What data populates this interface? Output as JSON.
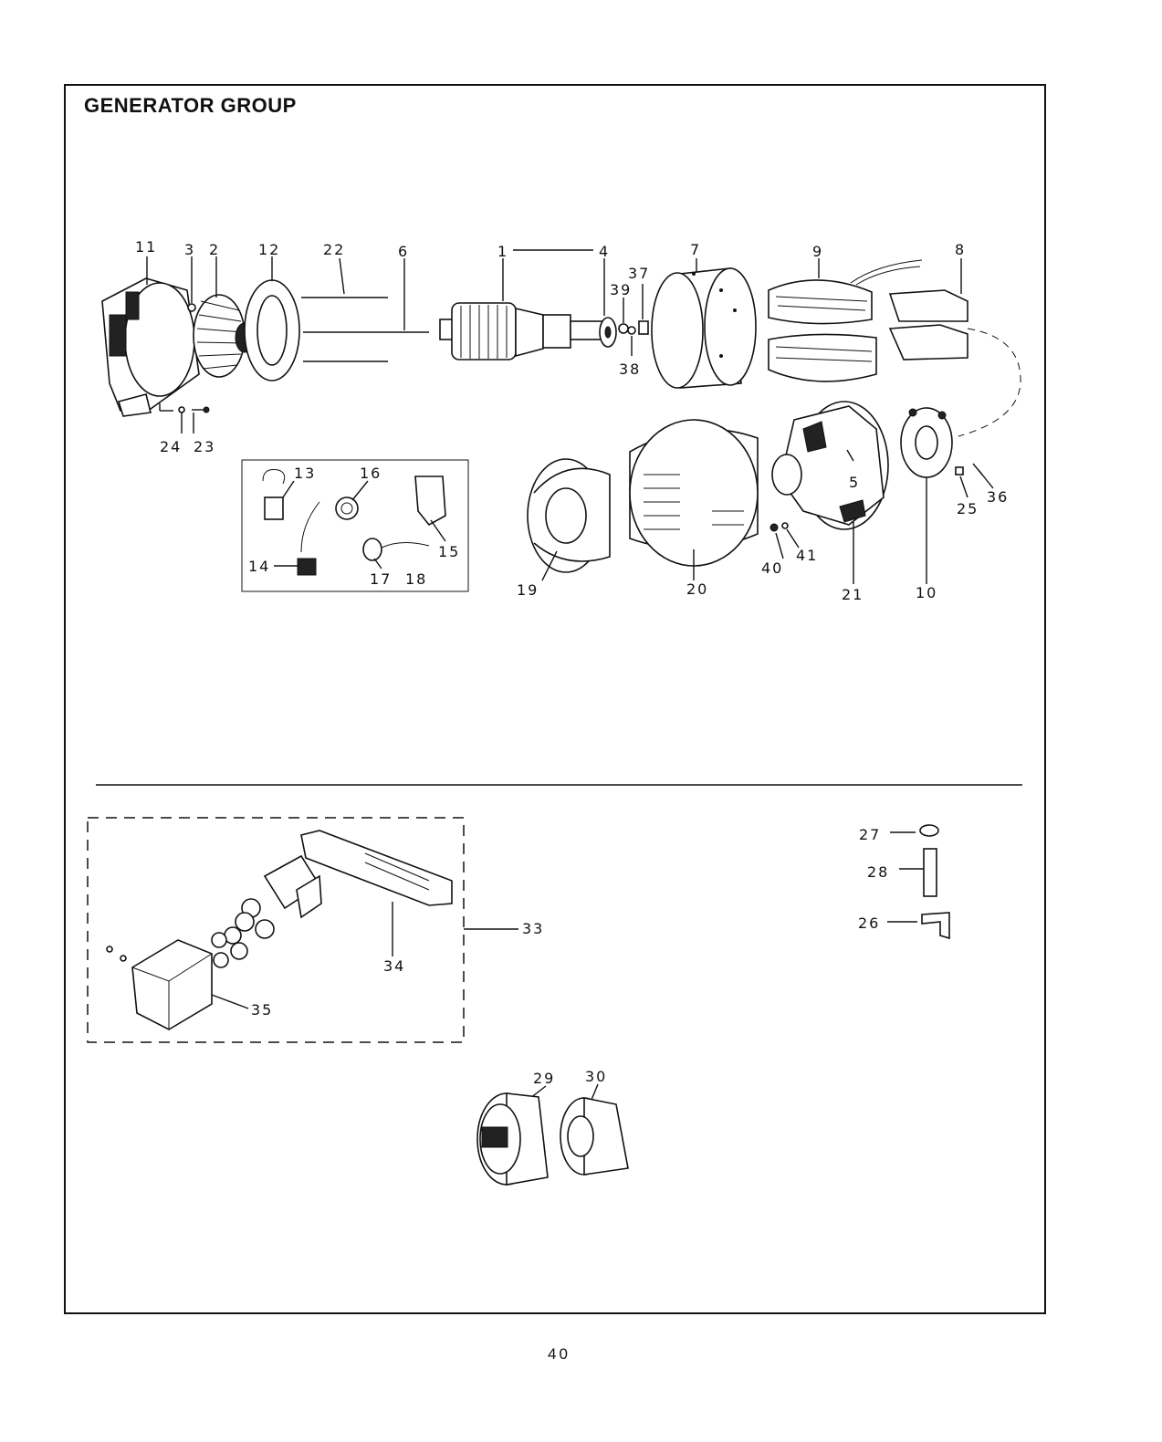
{
  "title": "GENERATOR GROUP",
  "page_number": "40",
  "callouts": {
    "c11": "11",
    "c3": "3",
    "c2": "2",
    "c12": "12",
    "c22": "22",
    "c6": "6",
    "c1": "1",
    "c4": "4",
    "c7": "7",
    "c9": "9",
    "c8": "8",
    "c37": "37",
    "c39": "39",
    "c38": "38",
    "c24": "24",
    "c23": "23",
    "c13": "13",
    "c16": "16",
    "c14": "14",
    "c15": "15",
    "c17": "17",
    "c18": "18",
    "c19": "19",
    "c20": "20",
    "c5": "5",
    "c21": "21",
    "c10": "10",
    "c25": "25",
    "c36": "36",
    "c40": "40",
    "c41": "41",
    "c27": "27",
    "c28": "28",
    "c26": "26",
    "c33": "33",
    "c34": "34",
    "c35": "35",
    "c29": "29",
    "c30": "30"
  }
}
